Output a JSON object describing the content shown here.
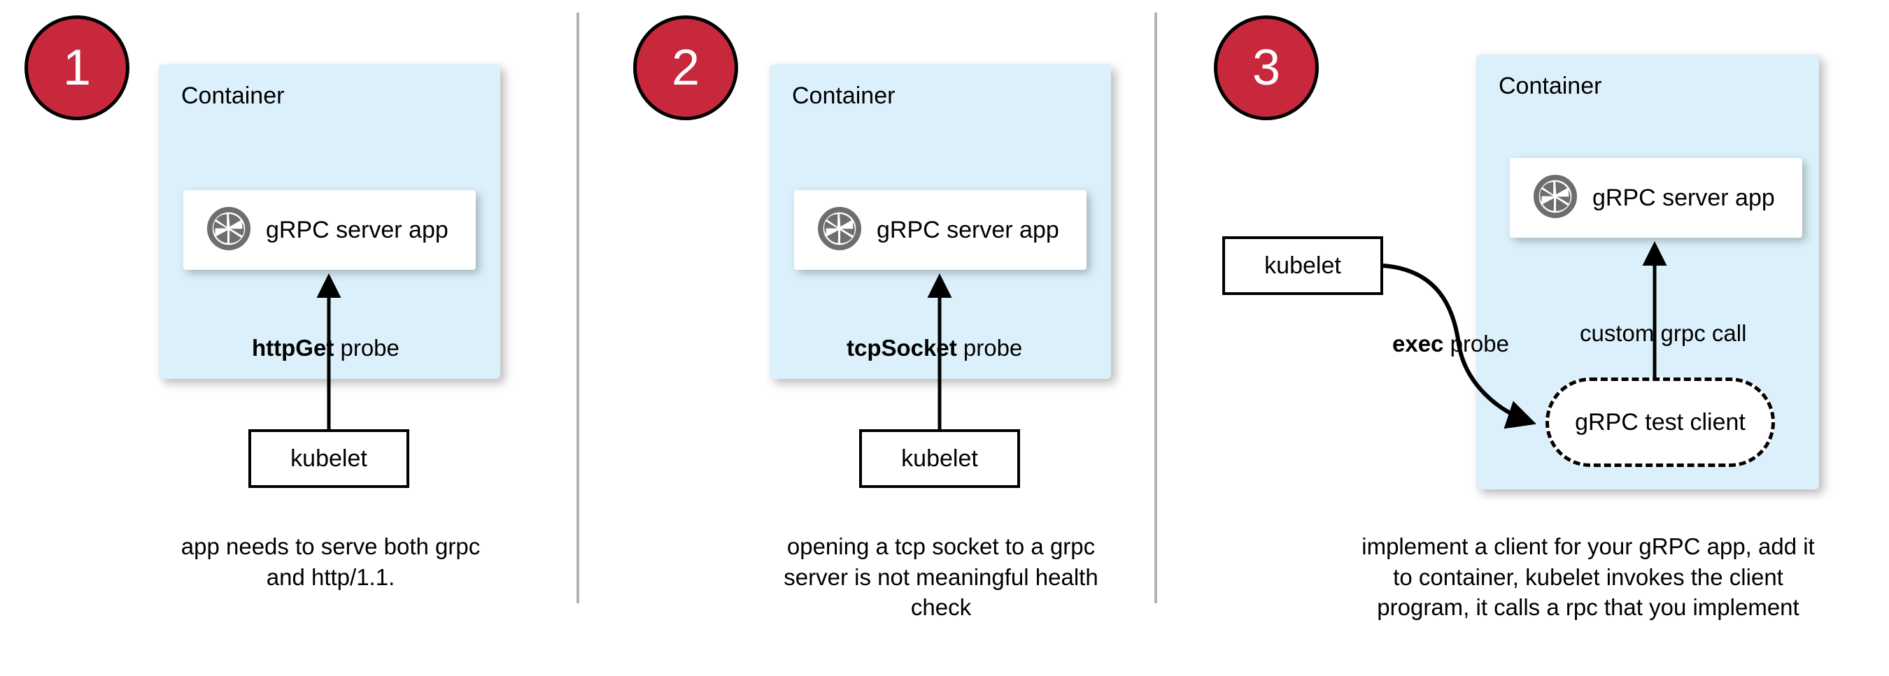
{
  "diagram": {
    "title": "gRPC health check probe approaches",
    "accent_color": "#C8283C",
    "container_fill": "#DCF0FB",
    "divider_color": "#b3b3b3",
    "icon_color": "#6E6E6E"
  },
  "panels": [
    {
      "number": "1",
      "container_label": "Container",
      "app_label": "gRPC server app",
      "app_icon": "grpc-aperture-icon",
      "probe_bold": "httpGet",
      "probe_rest": " probe",
      "kubelet_label": "kubelet",
      "caption_lines": [
        "app needs to serve both grpc",
        "and http/1.1."
      ]
    },
    {
      "number": "2",
      "container_label": "Container",
      "app_label": "gRPC server app",
      "app_icon": "grpc-aperture-icon",
      "probe_bold": "tcpSocket",
      "probe_rest": " probe",
      "kubelet_label": "kubelet",
      "caption_lines": [
        "opening a tcp socket to a grpc",
        "server is not meaningful health",
        "check"
      ]
    },
    {
      "number": "3",
      "container_label": "Container",
      "app_label": "gRPC server app",
      "app_icon": "grpc-aperture-icon",
      "probe_bold": "exec",
      "probe_rest": " probe",
      "kubelet_label": "kubelet",
      "test_client_label": "gRPC test client",
      "call_label": "custom grpc call",
      "caption_lines": [
        "implement a client for your gRPC app, add it",
        "to container, kubelet invokes the client",
        "program, it calls a rpc that you implement"
      ]
    }
  ]
}
